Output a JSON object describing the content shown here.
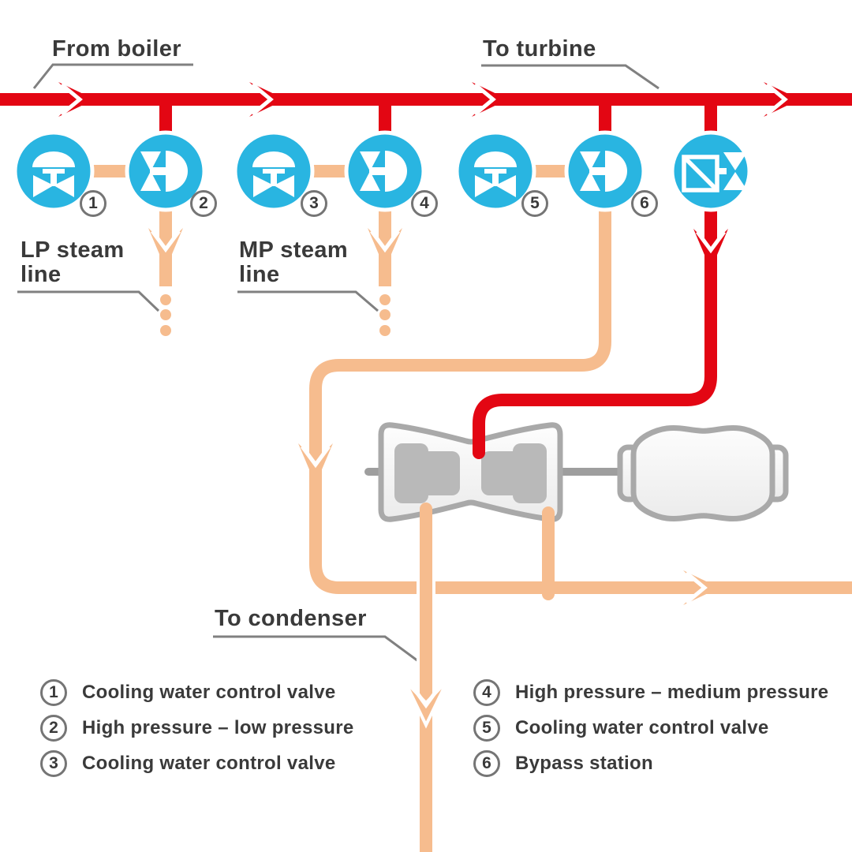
{
  "colors": {
    "red": "#e30613",
    "orange": "#f6bc8e",
    "blue": "#29b5e1",
    "text_dark": "#3a3a3a",
    "gray_pointer": "#808080",
    "gray_ring": "#757575",
    "machine_stroke": "#a9a9a9",
    "rotor": "#b9b9b9",
    "shaft": "#9e9e9e"
  },
  "labels": {
    "from_boiler": "From boiler",
    "to_turbine": "To turbine",
    "lp_steam_line": "LP steam line",
    "mp_steam_line": "MP steam line",
    "to_condenser": "To condenser"
  },
  "valves": [
    {
      "num": "1",
      "type": "cooling water control valve"
    },
    {
      "num": "2",
      "type": "high pressure - low pressure reducing station"
    },
    {
      "num": "3",
      "type": "cooling water control valve"
    },
    {
      "num": "4",
      "type": "high pressure - medium pressure reducing station"
    },
    {
      "num": "5",
      "type": "cooling water control valve"
    },
    {
      "num": "6",
      "type": "bypass station"
    }
  ],
  "legend": {
    "left": [
      {
        "num": "1",
        "text": "Cooling water control valve"
      },
      {
        "num": "2",
        "text": "High pressure – low pressure"
      },
      {
        "num": "3",
        "text": "Cooling water control valve"
      }
    ],
    "right": [
      {
        "num": "4",
        "text": "High pressure – medium pressure"
      },
      {
        "num": "5",
        "text": "Cooling water control valve"
      },
      {
        "num": "6",
        "text": "Bypass station"
      }
    ]
  }
}
